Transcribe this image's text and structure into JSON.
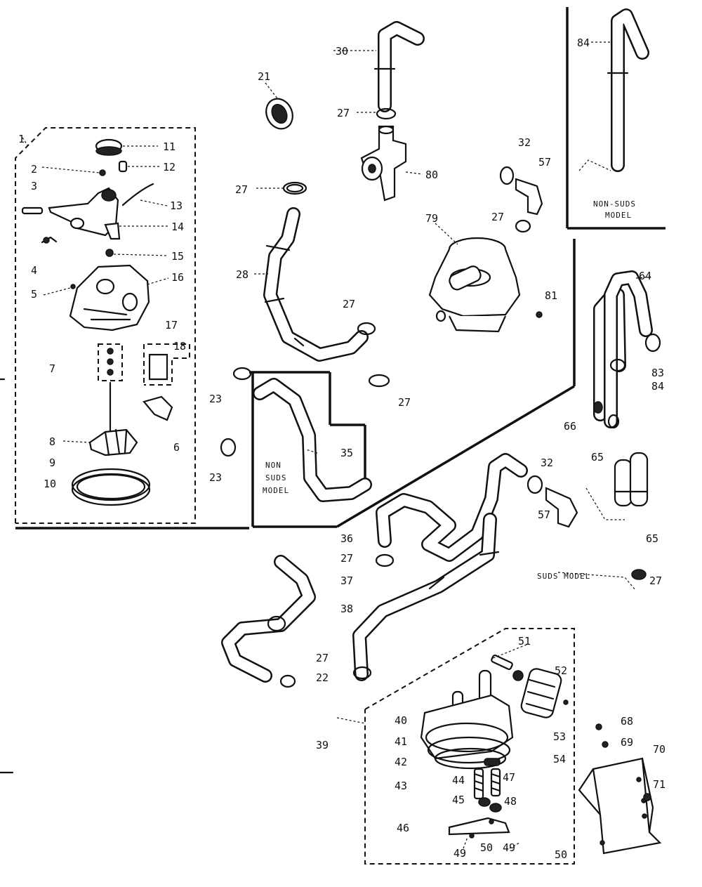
{
  "labels": {
    "l1": "1",
    "l2": "2",
    "l3": "3",
    "l4": "4",
    "l5": "5",
    "l6": "6",
    "l7": "7",
    "l8": "8",
    "l9": "9",
    "l10": "10",
    "l11": "11",
    "l12": "12",
    "l13": "13",
    "l14": "14",
    "l15": "15",
    "l16": "16",
    "l17": "17",
    "l18": "18",
    "l21": "21",
    "l22": "22",
    "l23a": "23",
    "l23b": "23",
    "l27a": "27",
    "l27b": "27",
    "l27c": "27",
    "l27d": "27",
    "l27e": "27",
    "l27f": "27",
    "l27g": "27",
    "l27h": "27",
    "l28": "28",
    "l30": "30",
    "l32a": "32",
    "l32b": "32",
    "l35": "35",
    "l36": "36",
    "l37": "37",
    "l38": "38",
    "l39": "39",
    "l40": "40",
    "l41": "41",
    "l42": "42",
    "l43": "43",
    "l44": "44",
    "l45": "45",
    "l46": "46",
    "l47": "47",
    "l48": "48",
    "l49a": "49",
    "l49b": "49",
    "l50a": "50",
    "l50b": "50",
    "l51": "51",
    "l52": "52",
    "l53": "53",
    "l54": "54",
    "l57a": "57",
    "l57b": "57",
    "l64": "64",
    "l65a": "65",
    "l65b": "65",
    "l66": "66",
    "l68": "68",
    "l69": "69",
    "l70": "70",
    "l71": "71",
    "l79": "79",
    "l80": "80",
    "l81": "81",
    "l83": "83",
    "l84a": "84",
    "l84b": "84"
  },
  "notes": {
    "non_suds_top_1": "NON-SUDS",
    "non_suds_top_2": "MODEL",
    "non_suds_mid_1": "NON",
    "non_suds_mid_2": "SUDS",
    "non_suds_mid_3": "MODEL",
    "suds_model": "SUDS MODEL"
  }
}
